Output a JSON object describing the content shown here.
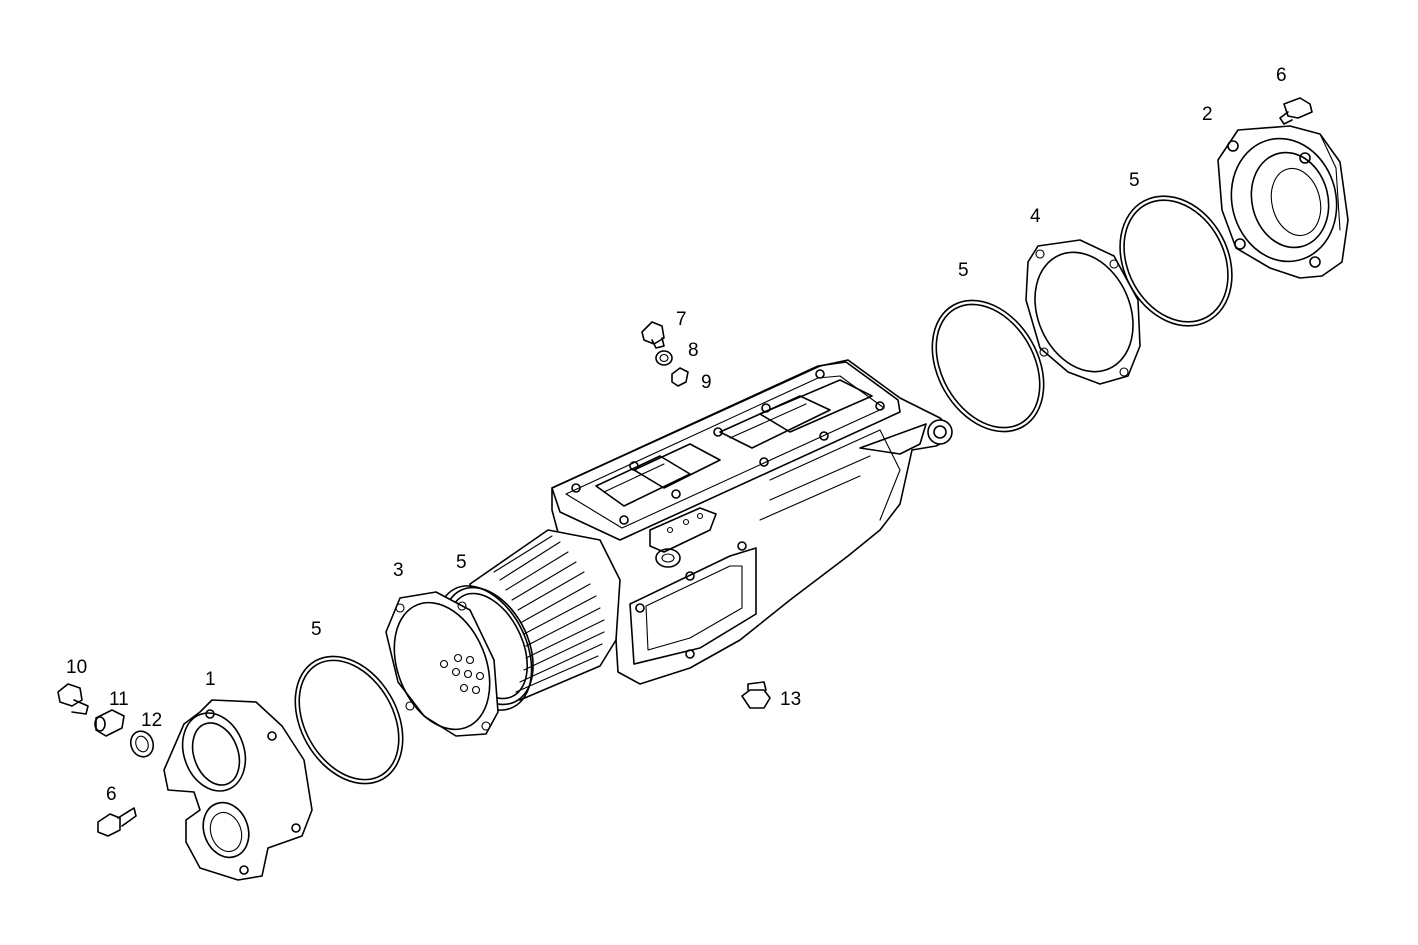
{
  "labels": {
    "p1": "1",
    "p2": "2",
    "p3": "3",
    "p4": "4",
    "p5_a": "5",
    "p5_b": "5",
    "p5_c": "5",
    "p5_d": "5",
    "p6_a": "6",
    "p6_b": "6",
    "p7": "7",
    "p8": "8",
    "p9": "9",
    "p10": "10",
    "p11": "11",
    "p12": "12",
    "p13": "13"
  }
}
